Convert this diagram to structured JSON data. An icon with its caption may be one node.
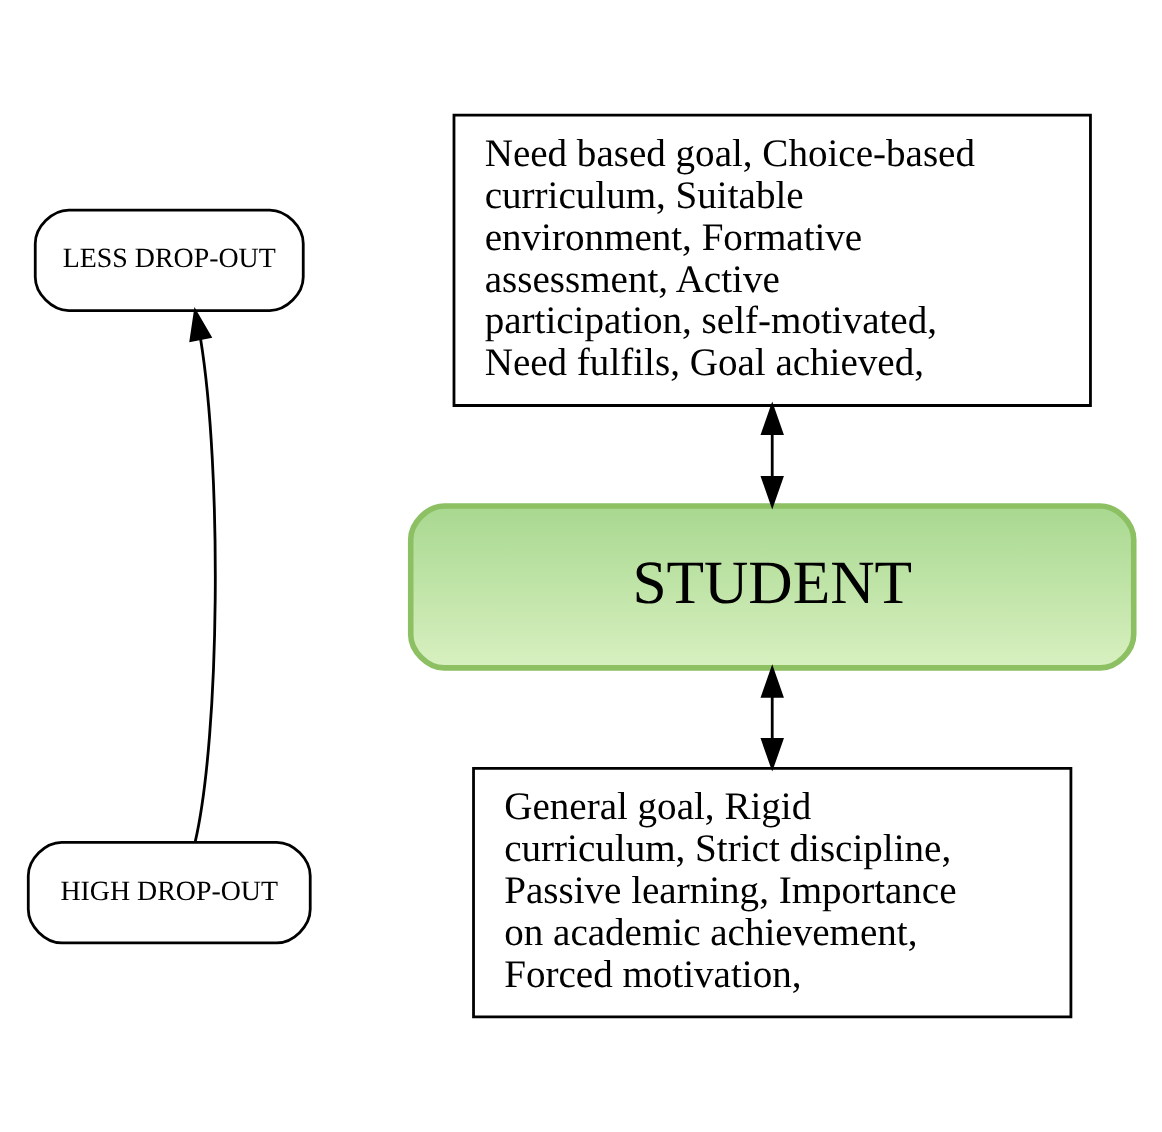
{
  "diagram": {
    "nodes": [
      {
        "text": [
          "LESS DROP-OUT"
        ]
      },
      {
        "text": [
          "Need based goal, Choice-based curriculum, Suitable environment, Formative assessment, Active participation, self-motivated, Need fulfils, Goal achieved,"
        ]
      },
      {
        "text": [
          "STUDENT"
        ]
      },
      {
        "text": [
          "General goal, Rigid curriculum, Strict discipline, Passive learning, Importance on academic achievement, Forced motivation,"
        ]
      },
      {
        "text": [
          "HIGH DROP-OUT"
        ]
      }
    ],
    "edges": [
      {
        "from": 1,
        "to": 2,
        "arrow": "both"
      },
      {
        "from": 2,
        "to": 3,
        "arrow": "both"
      },
      {
        "from": 4,
        "to": 0,
        "arrow": "to"
      }
    ]
  }
}
